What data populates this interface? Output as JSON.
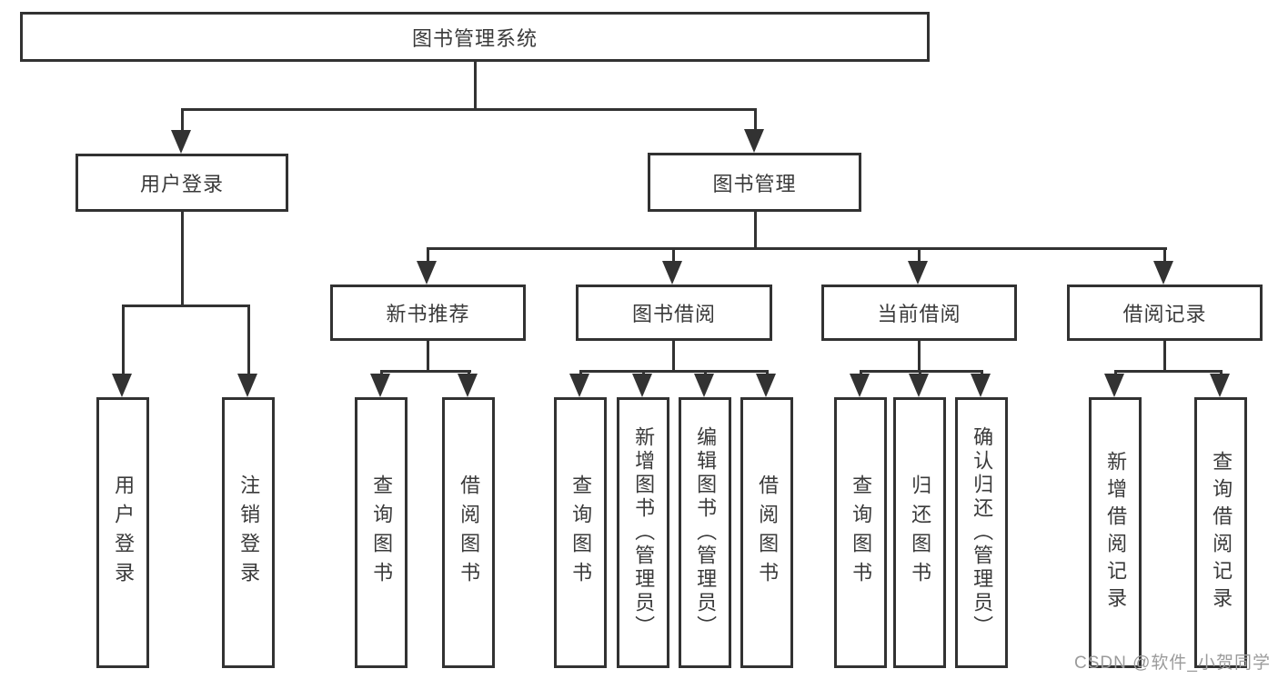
{
  "nodes": {
    "root": "图书管理系统",
    "userLogin": "用户登录",
    "bookMgmt": "图书管理",
    "newBooks": "新书推荐",
    "bookBorrow": "图书借阅",
    "currentBorrow": "当前借阅",
    "borrowRecords": "借阅记录",
    "userLoginLeaf": "用户登录",
    "logoutLeaf": "注销登录",
    "nbQuery": "查询图书",
    "nbBorrow": "借阅图书",
    "bbQuery": "查询图书",
    "bbAdd": "新增图书（管理员）",
    "bbEdit": "编辑图书（管理员）",
    "bbBorrow": "借阅图书",
    "cbQuery": "查询图书",
    "cbReturn": "归还图书",
    "cbConfirm": "确认归还（管理员）",
    "brAdd": "新增借阅记录",
    "brQuery": "查询借阅记录"
  },
  "watermark": "CSDN @软件_小贺同学",
  "colors": {
    "line": "#323232",
    "text": "#3a3a3a",
    "watermark": "#9b9b9b",
    "background": "#ffffff"
  }
}
